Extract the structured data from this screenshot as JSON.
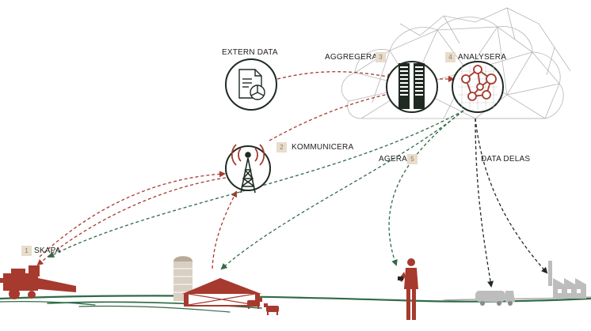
{
  "labels": {
    "extern_data": "EXTERN DATA",
    "aggregera": "AGGREGERA",
    "analysera": "ANALYSERA",
    "kommunicera": "KOMMUNICERA",
    "agera": "AGERA",
    "data_delas": "DATA DELAS",
    "skapa": "SKAPA"
  },
  "steps": {
    "skapa": "1",
    "kommunicera": "2",
    "aggregera": "3",
    "analysera": "4",
    "agera": "5"
  },
  "colors": {
    "red": "#a63a2e",
    "green": "#2f6b46",
    "dark": "#1f2a22",
    "gray": "#999999",
    "badge": "#e8dccb"
  }
}
